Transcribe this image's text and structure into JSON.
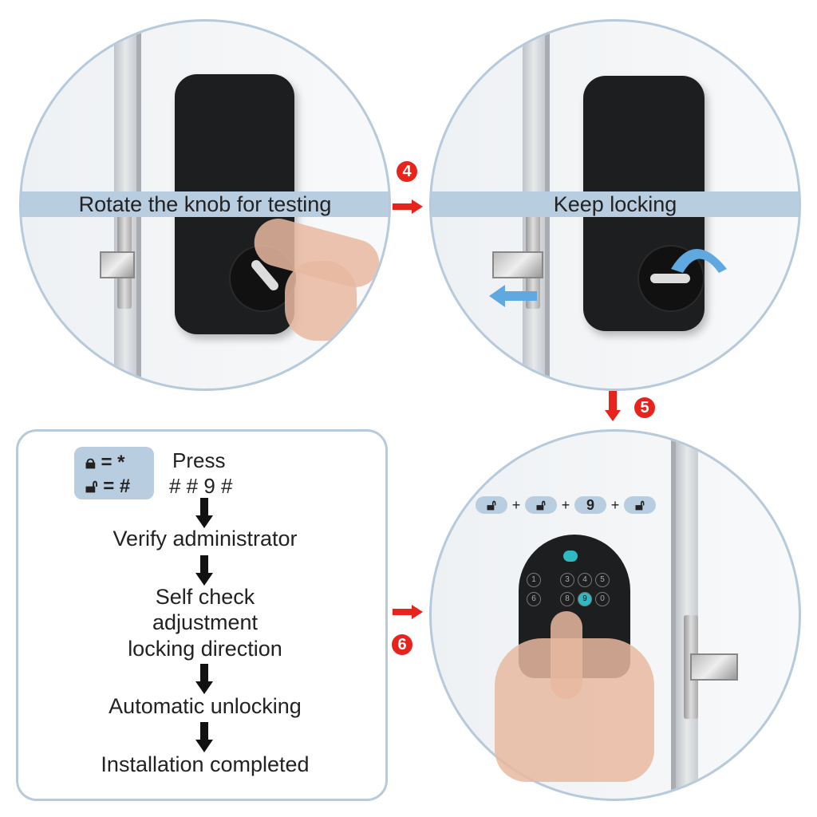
{
  "steps": {
    "step4": {
      "number": "4",
      "banner_left": "Rotate the knob for testing",
      "banner_right": "Keep locking"
    },
    "step5": {
      "number": "5"
    },
    "step6": {
      "number": "6",
      "sequence": [
        "unlock",
        "unlock",
        "9",
        "unlock"
      ],
      "plus": "+",
      "nine_label": "9"
    }
  },
  "legend": {
    "lock_symbol": "= *",
    "unlock_symbol": "= #"
  },
  "flow": {
    "press": "Press",
    "code": "# # 9 #",
    "items": [
      "Verify administrator",
      "Self check",
      "adjustment",
      "locking direction",
      "Automatic unlocking",
      "Installation completed"
    ]
  },
  "keypad": {
    "keys": [
      "1",
      "3",
      "4",
      "5",
      "6",
      "8",
      "9",
      "0"
    ]
  },
  "colors": {
    "accent": "#e8231b",
    "panel": "#b9cde0",
    "border": "#b7cadc"
  }
}
